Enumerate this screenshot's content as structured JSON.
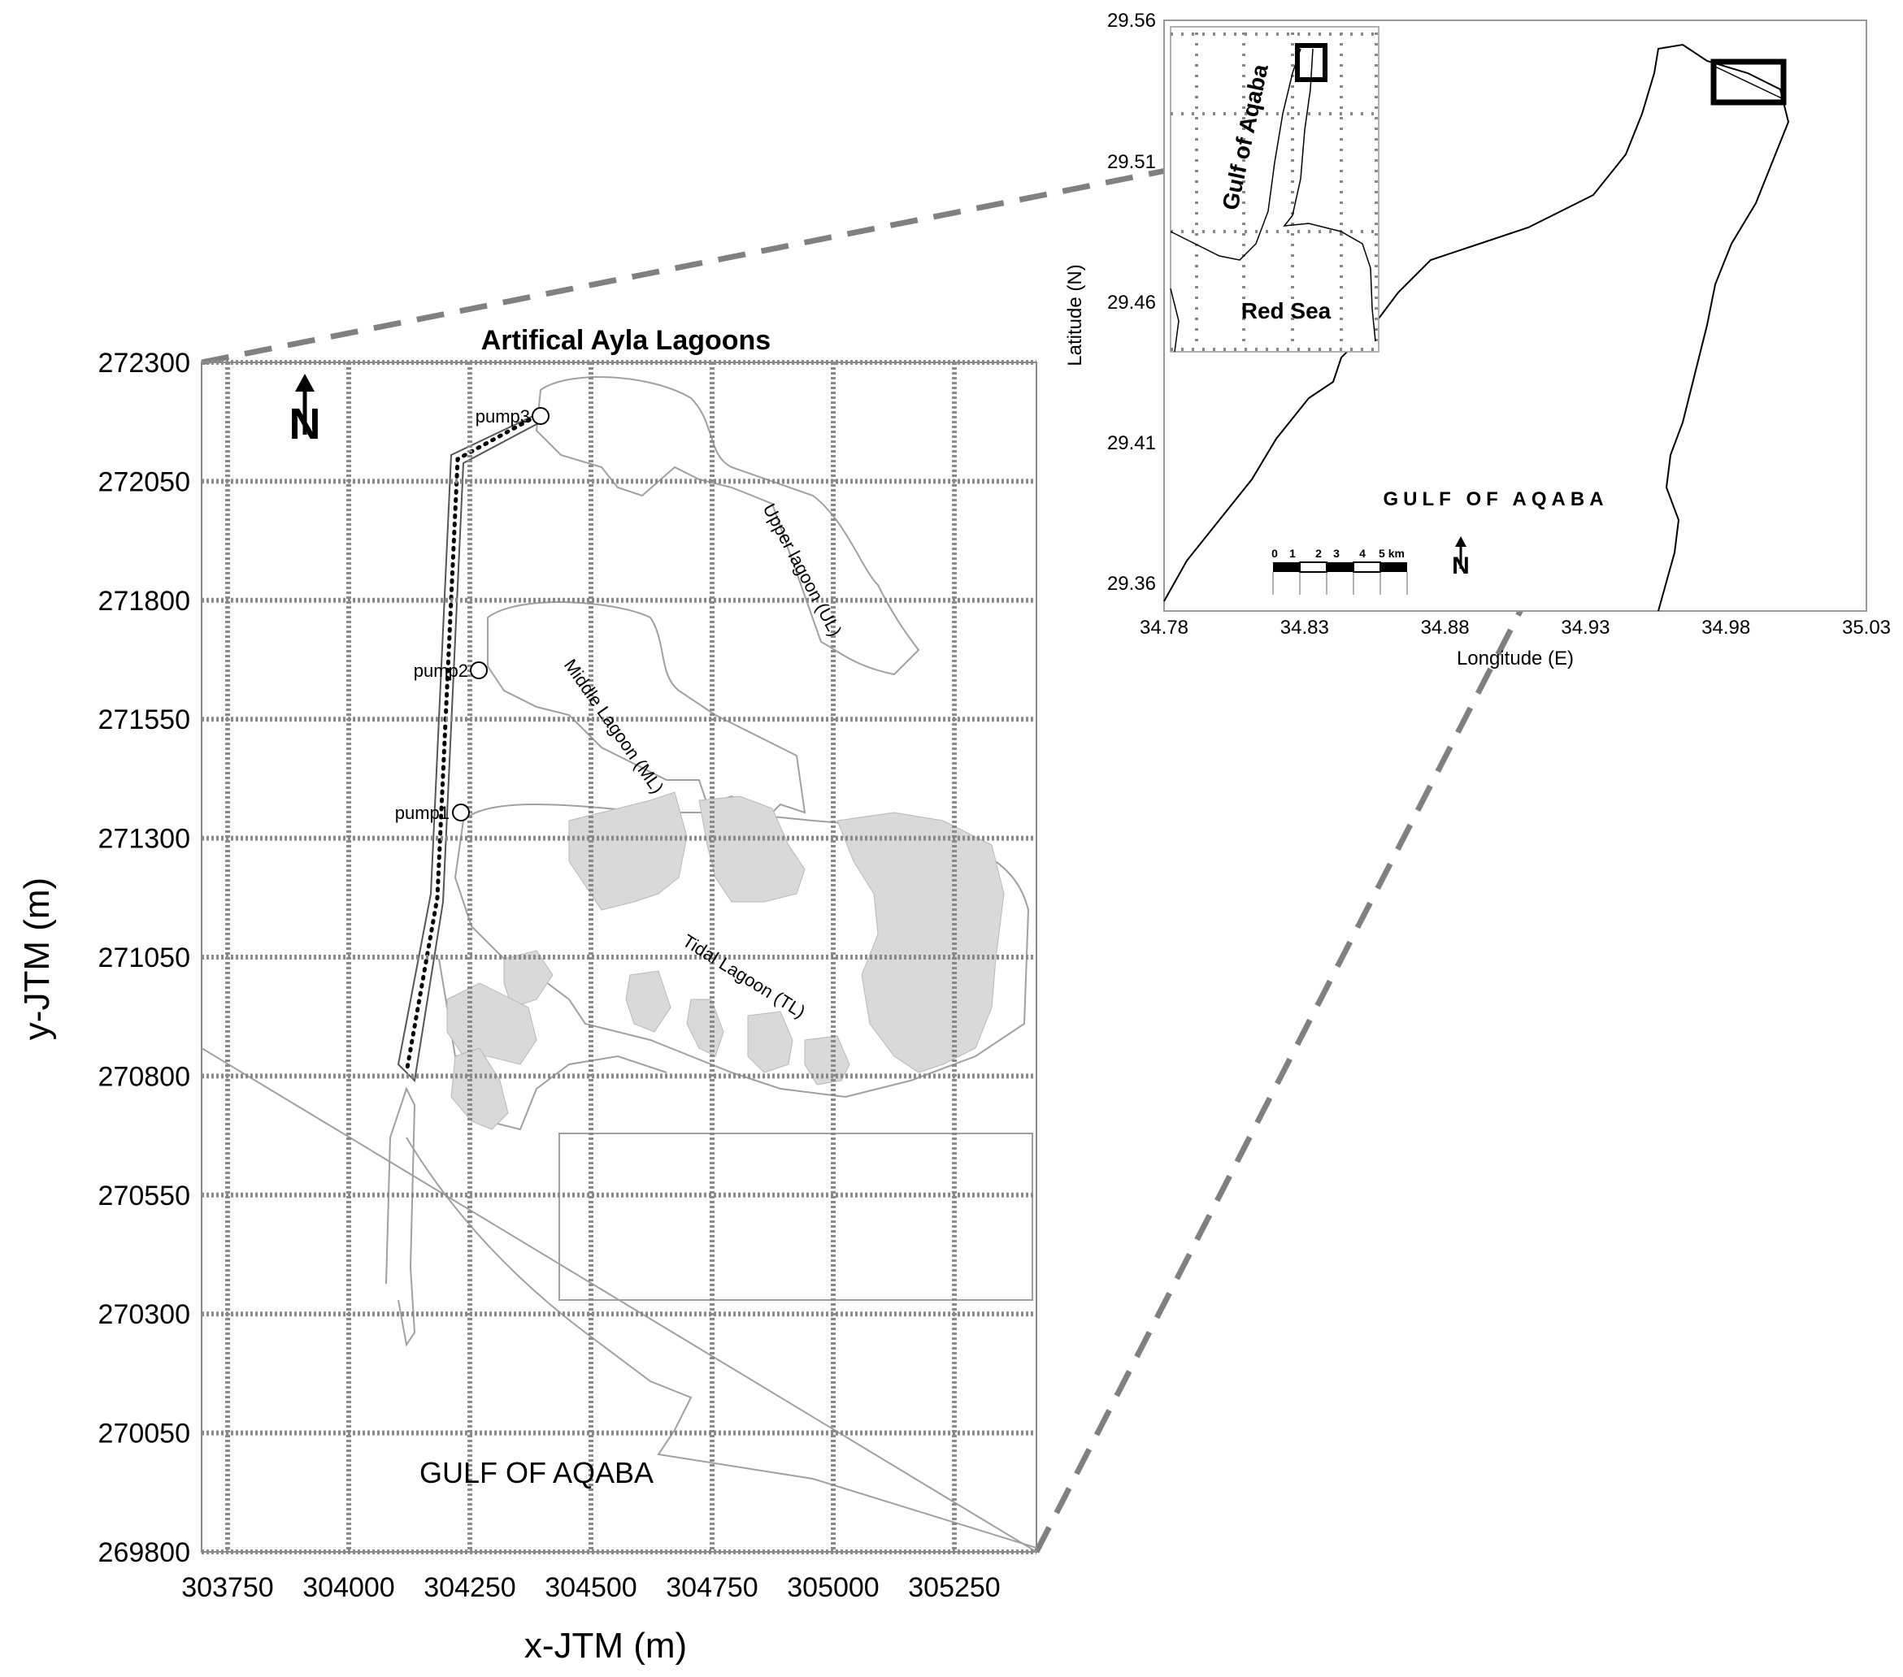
{
  "main_map": {
    "title": "Artifical Ayla Lagoons",
    "xlabel": "x-JTM (m)",
    "ylabel": "y-JTM (m)",
    "x_ticks": [
      "303750",
      "304000",
      "304250",
      "304500",
      "304750",
      "305000",
      "305250"
    ],
    "y_ticks": [
      "272300",
      "272050",
      "271800",
      "271550",
      "271300",
      "271050",
      "270800",
      "270550",
      "270300",
      "270050",
      "269800"
    ],
    "north_label": "N",
    "pumps": [
      {
        "label": "pump3"
      },
      {
        "label": "pump2"
      },
      {
        "label": "pump1"
      }
    ],
    "lagoons": [
      {
        "label": "Upper lagoon (UL)"
      },
      {
        "label": "Middle Lagoon (ML)"
      },
      {
        "label": "Tidal Lagoon (TL)"
      }
    ],
    "sea_label": "GULF OF AQABA"
  },
  "inset_map": {
    "xlabel": "Longitude (E)",
    "ylabel": "Latitude (N)",
    "x_ticks": [
      "34.78",
      "34.83",
      "34.88",
      "34.93",
      "34.98",
      "35.03"
    ],
    "y_ticks": [
      "29.56",
      "29.51",
      "29.46",
      "29.41",
      "29.36"
    ],
    "sea_label": "GULF OF AQABA",
    "north_label": "N",
    "scale_bar": {
      "labels": [
        "0",
        "1",
        "2",
        "3",
        "4",
        "5 km"
      ]
    }
  },
  "locator_map": {
    "gulf_label": "Gulf of Aqaba",
    "sea_label": "Red Sea"
  },
  "colors": {
    "grid": "#8a8a8a",
    "connector": "#808080",
    "island_fill": "#d9d9d9",
    "outline": "#a0a0a0"
  }
}
